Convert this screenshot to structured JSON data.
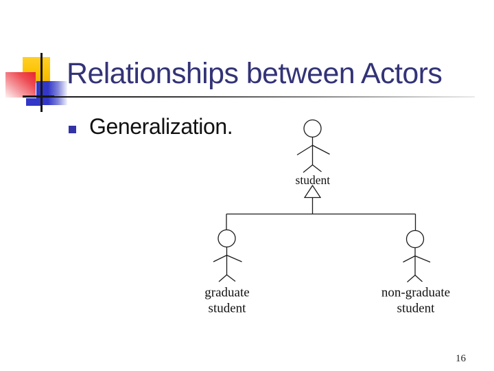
{
  "slide": {
    "title": "Relationships between Actors",
    "bullet_text": "Generalization.",
    "page_number": "16"
  },
  "diagram": {
    "type": "uml-actor-generalization",
    "parent_actor_label": "student",
    "children": [
      {
        "line1": "graduate",
        "line2": "student"
      },
      {
        "line1": "non-graduate",
        "line2": "student"
      }
    ]
  },
  "colors": {
    "title_text": "#333377",
    "bullet_square": "#3333A6",
    "decor_yellow": "#FCC307",
    "decor_red": "#E7252E",
    "decor_blue": "#3237C8",
    "diagram_stroke": "#1A1A1A",
    "background": "#FFFFFF"
  }
}
